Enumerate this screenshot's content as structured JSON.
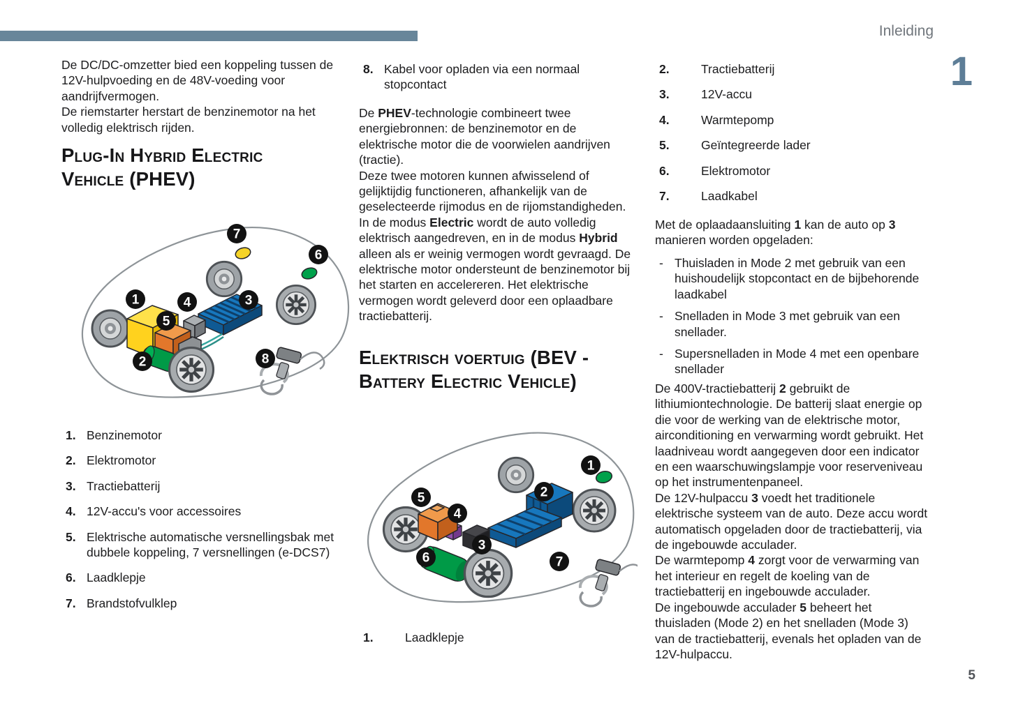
{
  "header": {
    "section_label": "Inleiding",
    "chapter_number": "1"
  },
  "page_number": "5",
  "colors": {
    "accent_bar": "#68869A",
    "chapter_number": "#5E7E97",
    "engine_yellow": "#FFD21E",
    "gearbox_orange": "#E2772B",
    "motor_green": "#009A47",
    "battery_blue": "#1673B9",
    "heat_pump_purple": "#8F4FA8",
    "aux_battery_black": "#2E2E31",
    "body_text": "#1C1C1E"
  },
  "left_column": {
    "intro_paragraph": "De DC/DC-omzetter bied een koppeling tussen de 12V-hulpvoeding en de 48V-voeding voor aandrijfvermogen.\nDe riemstarter herstart de benzinemotor na het volledig elektrisch rijden.",
    "phev_heading": "Plug-In Hybrid Electric\nVehicle (PHEV)",
    "phev_list": [
      {
        "num": "1.",
        "label": "Benzinemotor"
      },
      {
        "num": "2.",
        "label": "Elektromotor"
      },
      {
        "num": "3.",
        "label": "Tractiebatterij"
      },
      {
        "num": "4.",
        "label": "12V-accu's voor accessoires"
      },
      {
        "num": "5.",
        "label": "Elektrische automatische versnellingsbak met dubbele koppeling, 7 versnellingen (e-DCS7)"
      },
      {
        "num": "6.",
        "label": "Laadklepje"
      },
      {
        "num": "7.",
        "label": "Brandstofvulklep"
      }
    ]
  },
  "middle_column": {
    "item8": {
      "num": "8.",
      "label": "Kabel voor opladen via een normaal stopcontact"
    },
    "phev_paragraph": {
      "p1": "De ",
      "b1": "PHEV",
      "p2": "-technologie combineert twee energiebronnen: de benzinemotor en de elektrische motor die de voorwielen aandrijven (tractie).\nDeze twee motoren kunnen afwisselend of gelijktijdig functioneren, afhankelijk van de geselecteerde rijmodus en de rijomstandigheden.\nIn de modus ",
      "b2": "Electric",
      "p3": " wordt de auto volledig elektrisch aangedreven, en in de modus ",
      "b3": "Hybrid",
      "p4": " alleen als er weinig vermogen wordt gevraagd. De elektrische motor ondersteunt de benzinemotor bij het starten en accelereren. Het elektrische vermogen wordt geleverd door een oplaadbare tractiebatterij."
    },
    "bev_heading": "Elektrisch voertuig (BEV -\nBattery Electric Vehicle)",
    "bev_item1": {
      "num": "1.",
      "label": "Laadklepje"
    }
  },
  "right_column": {
    "bev_list": [
      {
        "num": "2.",
        "label": "Tractiebatterij"
      },
      {
        "num": "3.",
        "label": "12V-accu"
      },
      {
        "num": "4.",
        "label": "Warmtepomp"
      },
      {
        "num": "5.",
        "label": "Geïntegreerde lader"
      },
      {
        "num": "6.",
        "label": "Elektromotor"
      },
      {
        "num": "7.",
        "label": "Laadkabel"
      }
    ],
    "charging_intro": {
      "p1": "Met de oplaadaansluiting ",
      "b1": "1",
      "p2": " kan de auto op ",
      "b2": "3",
      "p3": " manieren worden opgeladen:"
    },
    "charging_modes": [
      {
        "marker": "-",
        "text": "Thuisladen in Mode 2 met gebruik van een huishoudelijk stopcontact en de bijbehorende laadkabel"
      },
      {
        "marker": "-",
        "text": "Snelladen in Mode 3 met gebruik van een snellader."
      },
      {
        "marker": "-",
        "text": "Supersnelladen in Mode 4 met een openbare snellader"
      }
    ],
    "battery_paragraph": {
      "p1": "De 400V-tractiebatterij ",
      "b1": "2",
      "p2": " gebruikt de lithiumiontechnologie. De batterij slaat energie op die voor de werking van de elektrische motor, airconditioning en verwarming wordt gebruikt. Het laadniveau wordt aangegeven door een indicator en een waarschuwingslampje voor reserveniveau op het instrumentenpaneel.\nDe 12V-hulpaccu ",
      "b2": "3",
      "p3": " voedt het traditionele elektrische systeem van de auto. Deze accu wordt automatisch opgeladen door de tractiebatterij, via de ingebouwde acculader.\nDe warmtepomp ",
      "b3": "4",
      "p4": " zorgt voor de verwarming van het interieur en regelt de koeling van de tractiebatterij en ingebouwde acculader.\nDe ingebouwde acculader ",
      "b4": "5",
      "p5": " beheert het thuisladen (Mode 2) en het snelladen (Mode 3) van de tractiebatterij, evenals het opladen van de 12V-hulpaccu."
    }
  },
  "phev_diagram": {
    "callouts": [
      "1",
      "2",
      "3",
      "4",
      "5",
      "6",
      "7",
      "8"
    ]
  },
  "bev_diagram": {
    "callouts": [
      "1",
      "2",
      "3",
      "4",
      "5",
      "6",
      "7"
    ]
  }
}
